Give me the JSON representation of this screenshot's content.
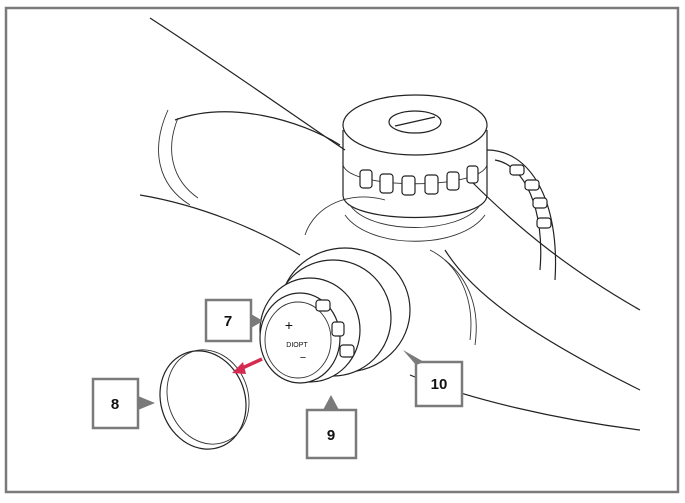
{
  "diagram": {
    "callouts": [
      {
        "id": "7",
        "label": "7"
      },
      {
        "id": "8",
        "label": "8"
      },
      {
        "id": "9",
        "label": "9"
      },
      {
        "id": "10",
        "label": "10"
      }
    ],
    "knob_markings": {
      "plus": "+",
      "minus": "−",
      "center_text": "DIOPT"
    },
    "colors": {
      "arrow": "#d62b50",
      "outline": "#222222",
      "frame": "#7a7a7a",
      "callout_border": "#7a7a7a"
    },
    "icons": [
      "removal-arrow-icon",
      "pointer-triangle-icon"
    ]
  }
}
